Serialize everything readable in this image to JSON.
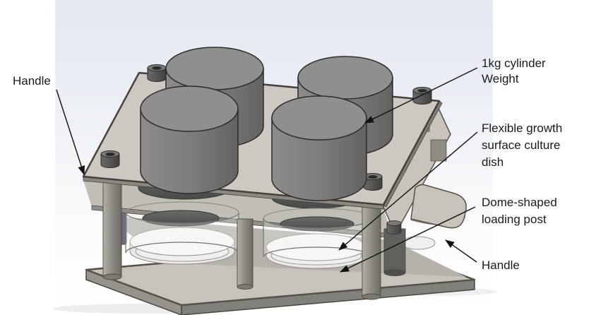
{
  "annotations": {
    "handle_left": {
      "text": "Handle"
    },
    "weight": {
      "lines": [
        "1kg cylinder",
        "Weight"
      ]
    },
    "dish": {
      "lines": [
        "Flexible growth",
        "surface culture",
        "dish"
      ]
    },
    "dome": {
      "lines": [
        "Dome-shaped",
        "loading post"
      ]
    },
    "handle_right": {
      "text": "Handle"
    }
  },
  "colors": {
    "viewport_background_top": "#e3e7ef",
    "viewport_background_bottom": "#ffffff",
    "plate": "#cdc9c1",
    "plate_edge": "#45423e",
    "weight_cylinder": "#7e7e7c",
    "dome_post": "#57554f",
    "culture_dish": "#f6f7f5",
    "annotation_line": "#111111",
    "label_text": "#1b1b1b"
  }
}
